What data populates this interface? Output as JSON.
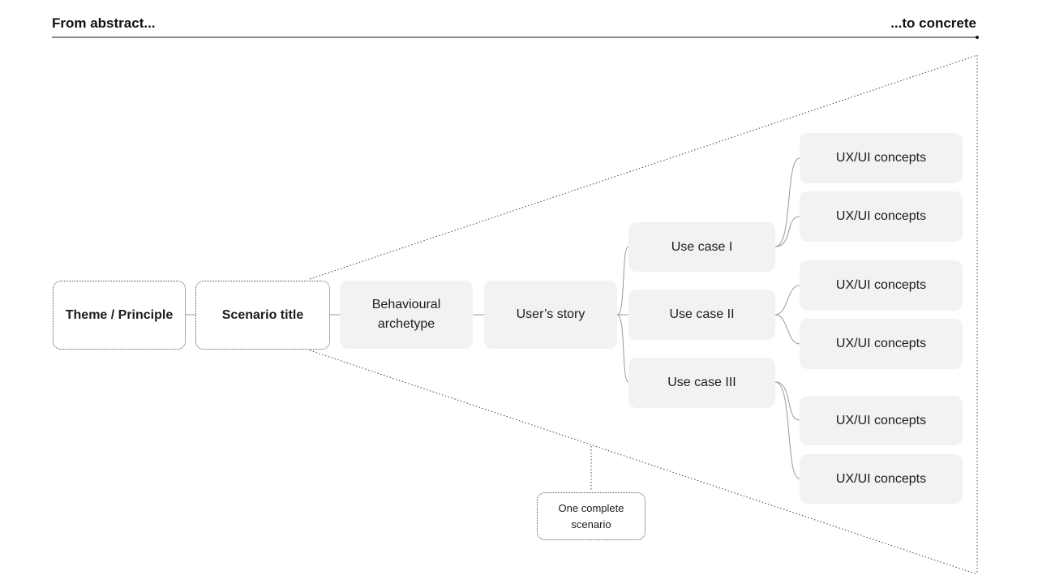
{
  "header": {
    "left_label": "From abstract...",
    "right_label": "...to concrete"
  },
  "nodes": {
    "theme": "Theme / Principle",
    "scenario": "Scenario title",
    "archetype": "Behavioural\narchetype",
    "story": "User’s story",
    "use_cases": [
      "Use case I",
      "Use case II",
      "Use case III"
    ],
    "concepts": [
      "UX/UI concepts",
      "UX/UI concepts",
      "UX/UI concepts",
      "UX/UI concepts",
      "UX/UI concepts",
      "UX/UI concepts"
    ]
  },
  "annotation": {
    "label": "One complete\nscenario"
  }
}
